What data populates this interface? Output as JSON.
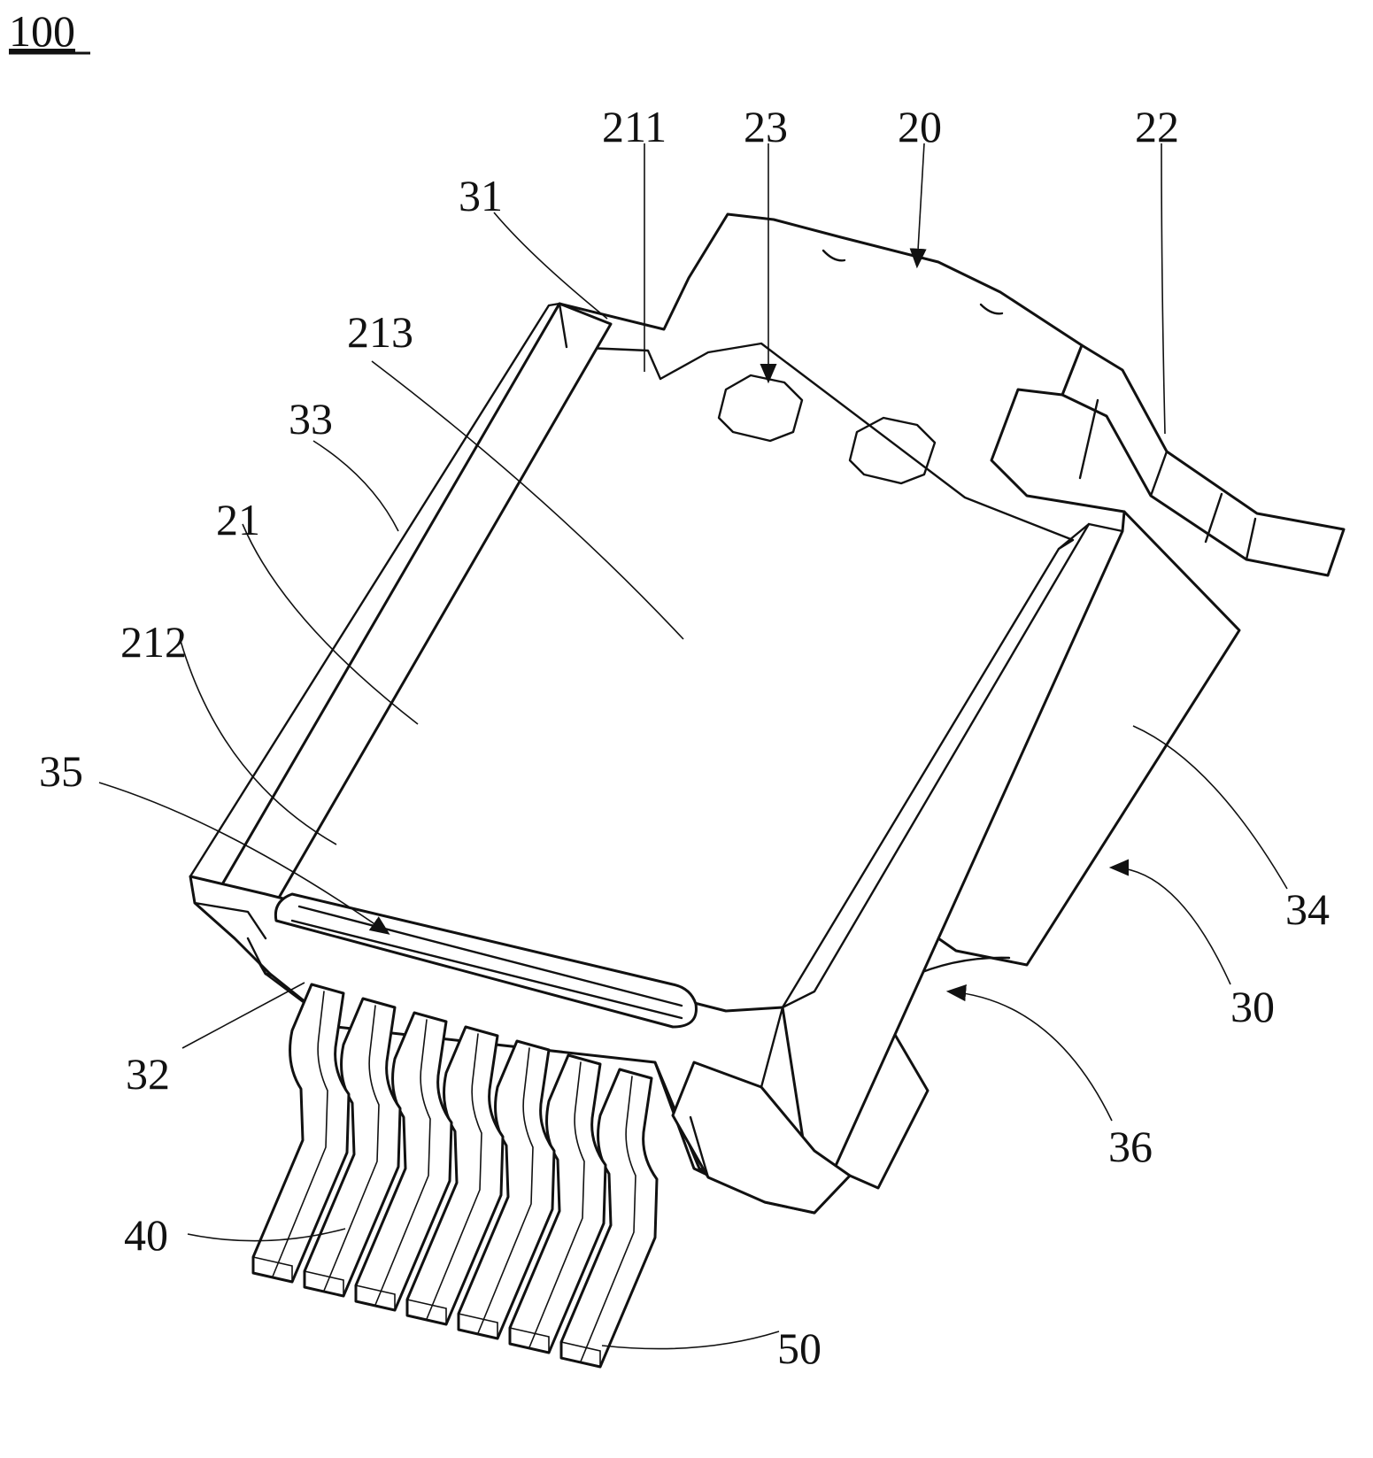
{
  "figure": {
    "number": "100"
  },
  "labels": {
    "l211": "211",
    "l23": "23",
    "l20": "20",
    "l22": "22",
    "l31": "31",
    "l213": "213",
    "l33": "33",
    "l21": "21",
    "l212": "212",
    "l35": "35",
    "l34": "34",
    "l30": "30",
    "l36": "36",
    "l32": "32",
    "l40": "40",
    "l50": "50"
  },
  "colors": {
    "ink": "#111111",
    "paper": "#ffffff"
  },
  "pins": {
    "count": 7
  }
}
